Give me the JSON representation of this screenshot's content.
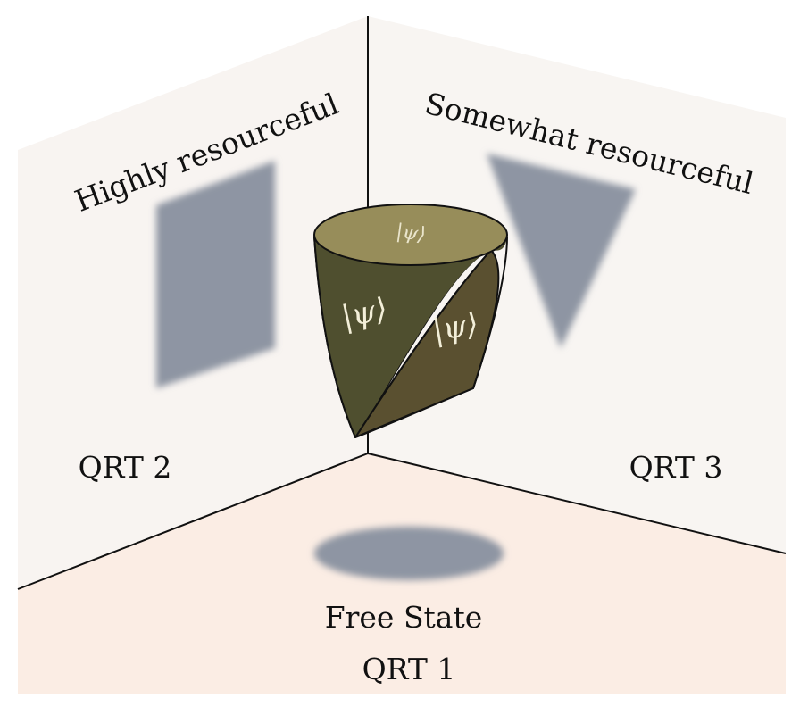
{
  "labels": {
    "left_wall_caption": "Highly resourceful",
    "right_wall_caption": "Somewhat resourceful",
    "left_wall_name": "QRT 2",
    "right_wall_name": "QRT 3",
    "floor_caption": "Free State",
    "floor_name": "QRT 1",
    "state_symbol": "|ψ⟩"
  },
  "colors": {
    "left_wall": "#f8f4f1",
    "right_wall": "#f8f5f2",
    "floor": "#fbede4",
    "shadow": "#8e95a3",
    "solid_top": "#978d5a",
    "solid_front": "#4f4f2f",
    "solid_side": "#5a5030",
    "edge": "#111111"
  }
}
